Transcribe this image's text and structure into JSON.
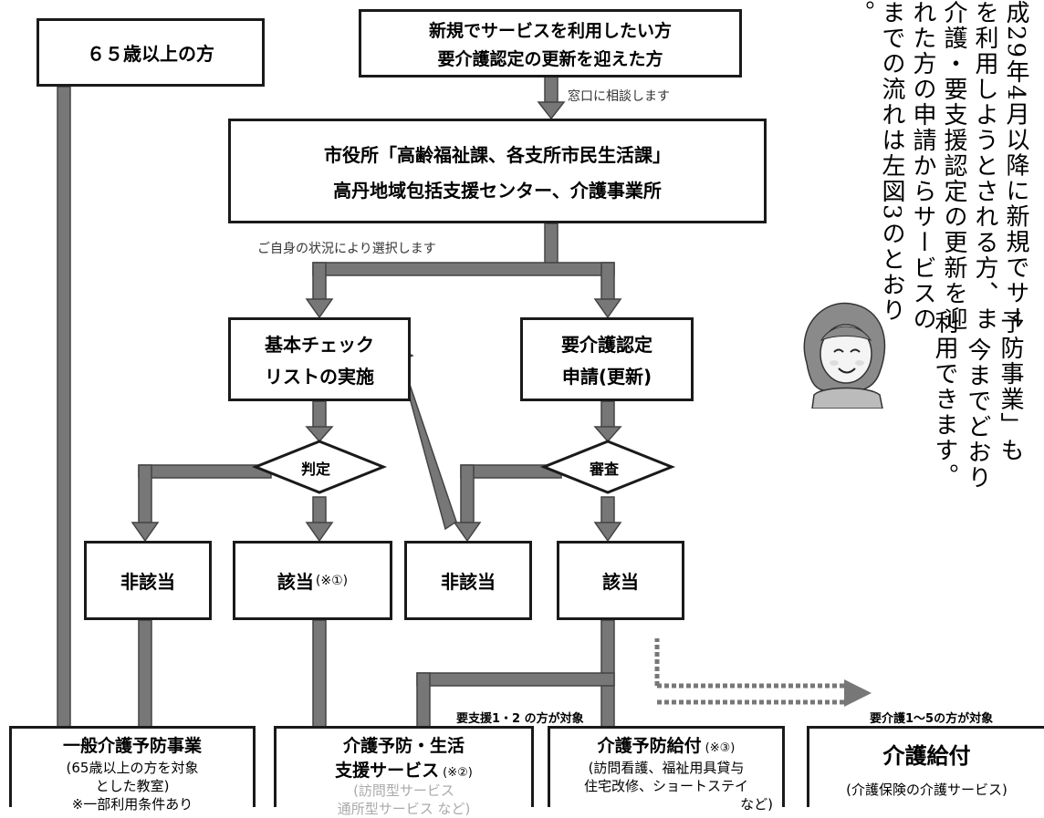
{
  "boxes": {
    "age65": "６５歳以上の方",
    "new_service_1": "新規でサービスを利用したい方",
    "new_service_2": "要介護認定の更新を迎えた方",
    "city_1": "市役所「高齢福祉課、各支所市民生活課」",
    "city_2": "高丹地域包括支援センター、介護事業所",
    "check_1": "基本チェック",
    "check_2": "リストの実施",
    "cert_1": "要介護認定",
    "cert_2": "申請(更新)",
    "hantei": "判定",
    "shinsa": "審査",
    "not_applicable_left": "非該当",
    "applicable_left": "該当",
    "applicable_left_note": "(※①)",
    "not_applicable_mid": "非該当",
    "applicable_right": "該当",
    "general_title": "一般介護予防事業",
    "general_desc_1": "(65歳以上の方を対象",
    "general_desc_2": "とした教室)",
    "general_desc_3": "※一部利用条件あり",
    "prevention_title_1": "介護予防・生活",
    "prevention_title_2": "支援サービス",
    "prevention_note": "(※②)",
    "prevention_desc_1": "(訪問型サービス",
    "prevention_desc_2": "通所型サービス  など)",
    "benefit_title": "介護予防給付",
    "benefit_note": "(※③)",
    "benefit_desc_1": "(訪問看護、福祉用具貸与",
    "benefit_desc_2": "住宅改修、ショートステイ",
    "benefit_desc_3": "など)",
    "care_title": "介護給付",
    "care_desc": "(介護保険の介護サービス)"
  },
  "notes": {
    "consult": "窓口に相談します",
    "choose": "ご自身の状況により選択します",
    "support12": "要支援1・2 の方が対象",
    "care15": "要介護1～5の方が対象"
  },
  "text": {
    "col1": "成29年4月以降に新規でサー",
    "col2": "を利用しようとされる方、ま",
    "col3": "介護・要支援認定の更新を迎",
    "col4": "れた方の申請からサービスの",
    "col5": "までの流れは左図3のとおり",
    "col6": "。",
    "side1": "予防事業」も",
    "side2": "今までどおり",
    "side3": "利用できます。"
  }
}
